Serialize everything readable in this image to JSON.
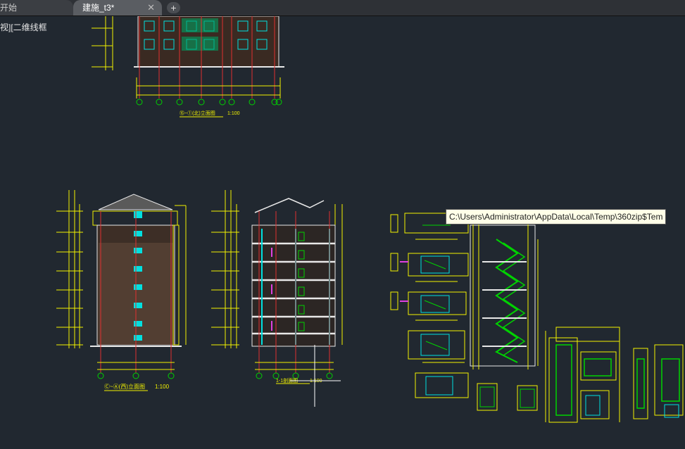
{
  "tabs": {
    "start_label": "开始",
    "active_label": "建施_t3*",
    "close_glyph": "✕",
    "add_glyph": "+"
  },
  "viewport_label": "视][二维线框",
  "drawings": {
    "title_rear_elevation": "⑮~①(北)立面图",
    "scale_rear_elevation": "1:100",
    "title_side_elevation": "Ⓒ~Ⓐ(西)立面图",
    "scale_side_elevation": "1:100",
    "title_section": "1-1剖面图",
    "scale_section": "1:100",
    "axis_bubbles_top": [
      "⑮",
      "⑬",
      "⑪",
      "⑨",
      "⑦",
      "⑥",
      "④",
      "②",
      "①"
    ],
    "axis_bubbles_side": [
      "Ⓒ",
      "Ⓑ",
      "Ⓐ"
    ]
  },
  "tooltip_path": "C:\\Users\\Administrator\\AppData\\Local\\Temp\\360zip$Tem",
  "colors": {
    "background": "#212830",
    "line_yellow": "#f2f200",
    "line_green": "#00d200",
    "line_cyan": "#00e0e0",
    "line_red": "#e03030",
    "line_magenta": "#e040e0",
    "line_white": "#e8e8e8"
  }
}
